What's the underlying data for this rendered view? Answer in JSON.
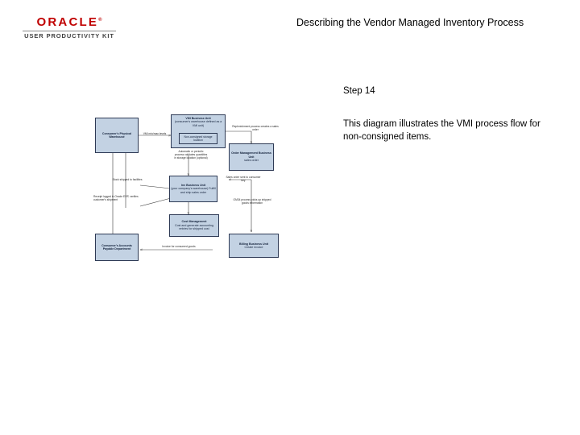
{
  "logo": {
    "brand": "ORACLE",
    "trademark": "®",
    "subtitle": "USER PRODUCTIVITY KIT"
  },
  "header": {
    "title": "Describing the Vendor Managed Inventory Process"
  },
  "content": {
    "step_label": "Step 14",
    "body_text": "This diagram illustrates the VMI process flow for non-consigned items."
  },
  "diagram": {
    "colors": {
      "node_fill": "#c3d2e3",
      "node_border": "#2e3a55",
      "connector": "#3a3a3a"
    },
    "nodes": [
      {
        "id": "consumer-warehouse",
        "title": "Consumer's Physical Warehouse",
        "sub": ""
      },
      {
        "id": "vmi-business-unit",
        "title": "VMI Business Unit",
        "sub": "(consumer's warehouse defined as a VMI unit)"
      },
      {
        "id": "non-consigned-storage",
        "title": "Non-consigned storage location",
        "sub": ""
      },
      {
        "id": "order-management-bu",
        "title": "Order Management Business Unit",
        "sub": "sales order"
      },
      {
        "id": "inv-business-unit",
        "title": "Inv Business Unit",
        "sub": "(your company's warehouse) Fulfill and ship sales order"
      },
      {
        "id": "cost-management",
        "title": "Cost Management",
        "sub": "Cost and generate accounting entries for shipped cost"
      },
      {
        "id": "accounts-payable",
        "title": "Consumer's Accounts Payable Department",
        "sub": ""
      },
      {
        "id": "billing-business-unit",
        "title": "Billing Business Unit",
        "sub": "Create invoice"
      }
    ],
    "annotations": [
      {
        "id": "vmi-min-max",
        "text": "VMI min/max levels"
      },
      {
        "id": "replenishment-note",
        "text": "Replenishment process creates a sales order"
      },
      {
        "id": "auto-periodic-note",
        "text": "Automatic or periodic process validates quantities in storage location (optional)"
      },
      {
        "id": "stock-shipped-note",
        "text": "Stock shipped to facilities"
      },
      {
        "id": "receipt-logged-note",
        "text": "Receipt logged in Oracle ERP, verifies customer's shipment"
      },
      {
        "id": "sales-order-note",
        "text": "Sales order sent to consumer key"
      },
      {
        "id": "om34-note",
        "text": "OM34 process picks up shipped goods information"
      },
      {
        "id": "invoice-note",
        "text": "Invoice for consumed goods"
      }
    ]
  }
}
